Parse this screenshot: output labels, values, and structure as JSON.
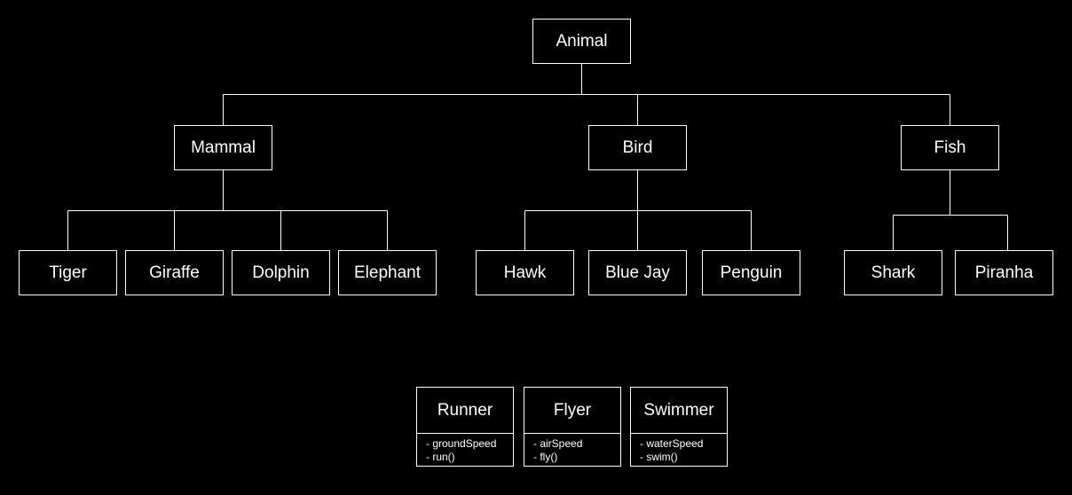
{
  "diagram": {
    "root": {
      "label": "Animal"
    },
    "categories": [
      {
        "id": "mammal",
        "label": "Mammal",
        "children": [
          "Tiger",
          "Giraffe",
          "Dolphin",
          "Elephant"
        ]
      },
      {
        "id": "bird",
        "label": "Bird",
        "children": [
          "Hawk",
          "Blue Jay",
          "Penguin"
        ]
      },
      {
        "id": "fish",
        "label": "Fish",
        "children": [
          "Shark",
          "Piranha"
        ]
      }
    ],
    "interfaces": [
      {
        "id": "runner",
        "name": "Runner",
        "members": [
          "- groundSpeed",
          "- run()"
        ]
      },
      {
        "id": "flyer",
        "name": "Flyer",
        "members": [
          "- airSpeed",
          "- fly()"
        ]
      },
      {
        "id": "swimmer",
        "name": "Swimmer",
        "members": [
          "- waterSpeed",
          "- swim()"
        ]
      }
    ]
  },
  "colors": {
    "background": "#000000",
    "stroke": "#ffffff",
    "text": "#ffffff"
  }
}
